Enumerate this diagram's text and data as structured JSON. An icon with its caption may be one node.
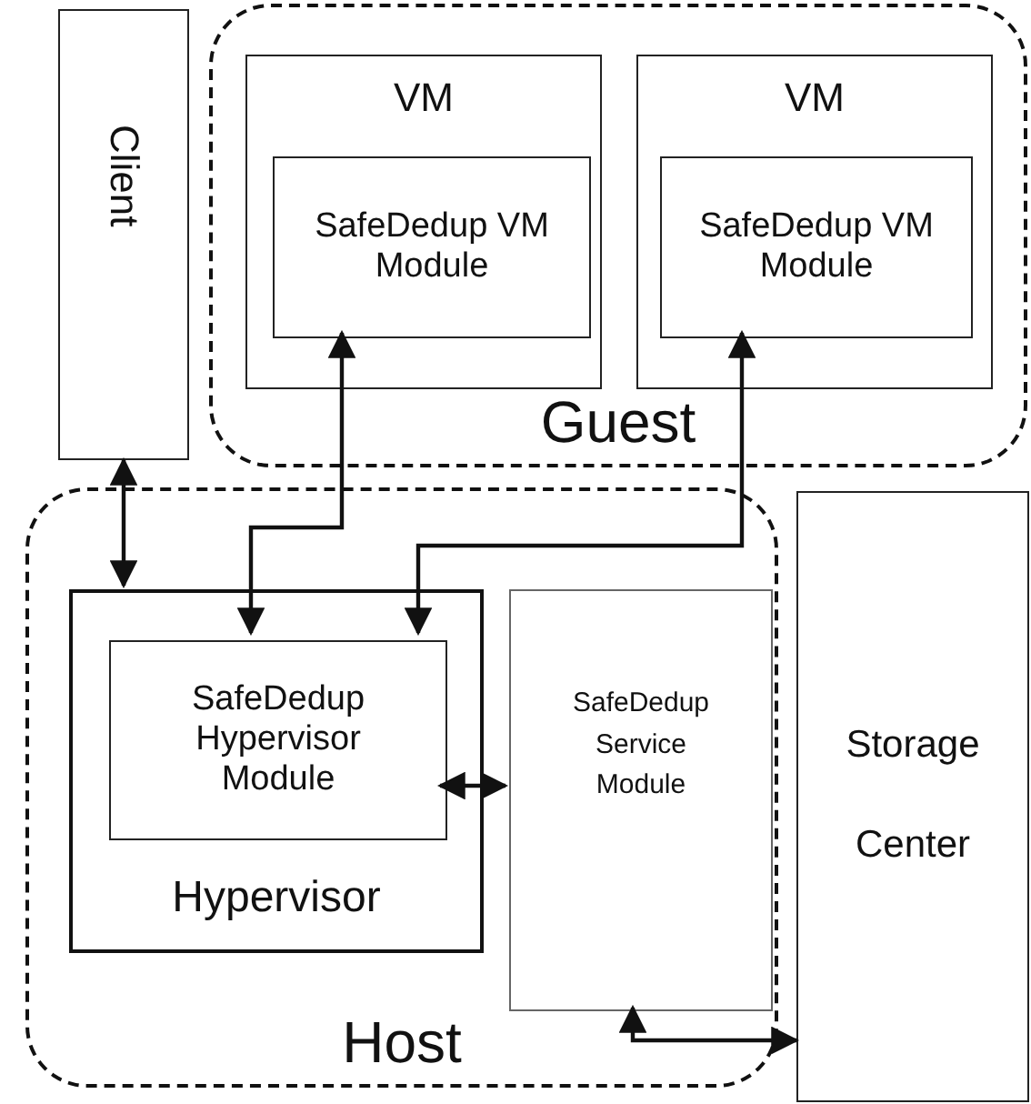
{
  "diagram": {
    "nodes": [
      {
        "text": [
          "Client"
        ]
      },
      {
        "text": [
          "Guest"
        ]
      },
      {
        "text": [
          "VM"
        ],
        "in": 1
      },
      {
        "text": [
          "SafeDedup VM Module"
        ],
        "in": 2
      },
      {
        "text": [
          "VM"
        ],
        "in": 1
      },
      {
        "text": [
          "SafeDedup VM Module"
        ],
        "in": 4
      },
      {
        "text": [
          "Host"
        ]
      },
      {
        "text": [
          "Hypervisor"
        ],
        "in": 6
      },
      {
        "text": [
          "SafeDedup Hypervisor Module"
        ],
        "in": 7
      },
      {
        "text": [
          "SafeDedup Service Module"
        ],
        "in": 6
      },
      {
        "text": [
          "Storage Center"
        ]
      }
    ],
    "edges": [
      {
        "from": 0,
        "to": 7,
        "arrow": "both"
      },
      {
        "from": 3,
        "to": 8,
        "arrow": "both"
      },
      {
        "from": 5,
        "to": 8,
        "arrow": "both"
      },
      {
        "from": 8,
        "to": 9,
        "arrow": "both"
      },
      {
        "from": 9,
        "to": 10,
        "arrow": "both"
      }
    ]
  }
}
